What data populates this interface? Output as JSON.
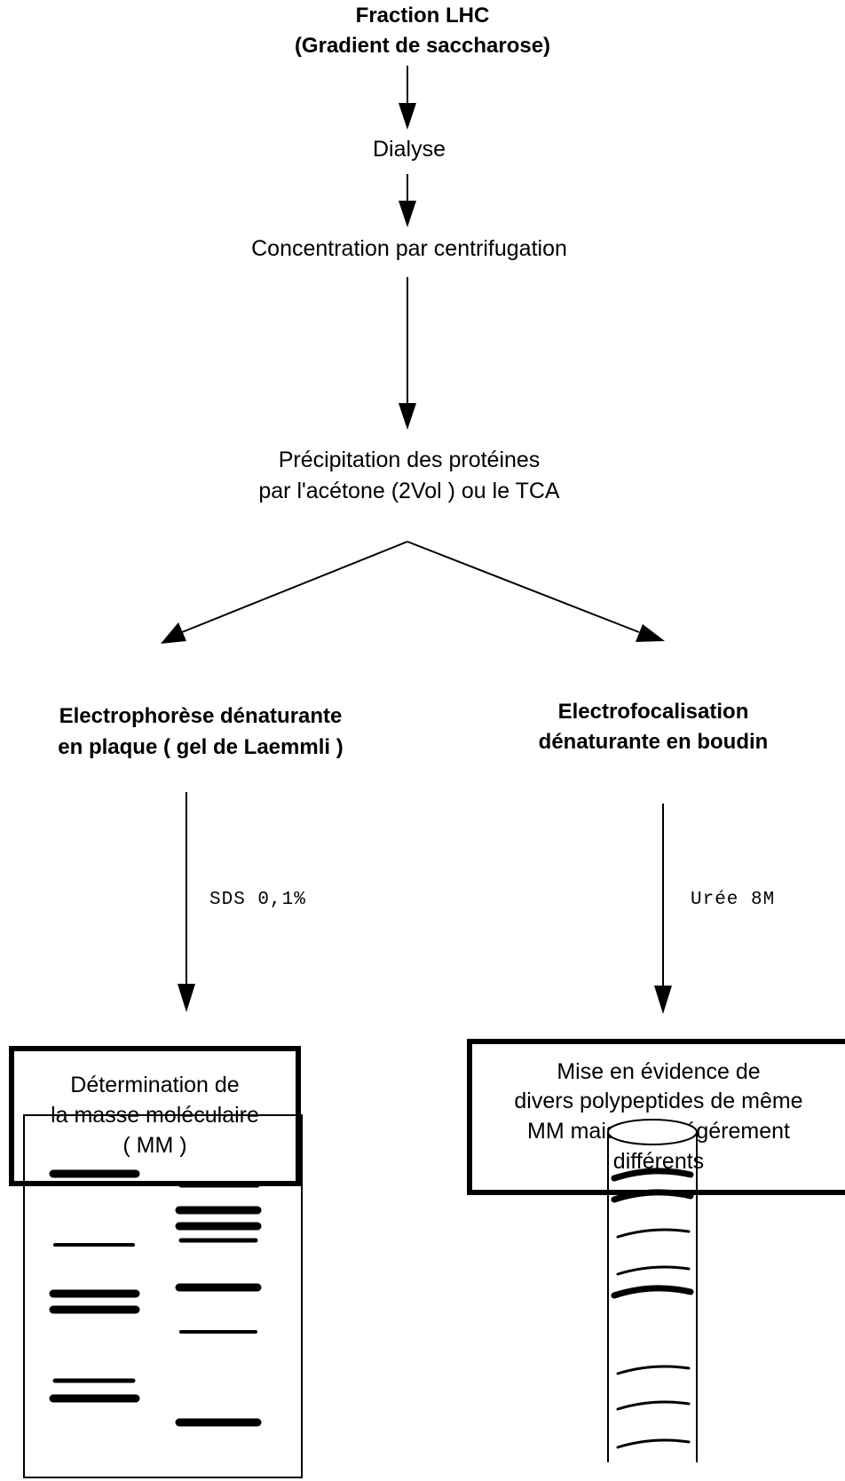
{
  "steps": {
    "start_line1": "Fraction LHC",
    "start_line2": "(Gradient de saccharose)",
    "dialyse": "Dialyse",
    "concentration": "Concentration par centrifugation",
    "precip_line1": "Précipitation des protéines",
    "precip_line2": "par l'acétone (2Vol  ) ou le TCA"
  },
  "left_branch": {
    "title_line1": "Electrophorèse dénaturante",
    "title_line2": "en plaque  ( gel de Laemmli )",
    "condition": "SDS 0,1%",
    "result_line1": "Détermination de",
    "result_line2": "la masse moléculaire",
    "result_line3": "( MM )"
  },
  "right_branch": {
    "title_line1": "Electrofocalisation",
    "title_line2": "dénaturante en boudin",
    "condition": "Urée 8M",
    "result_line1": "Mise en évidence de",
    "result_line2": "divers  polypeptides  de même",
    "result_line3": "MM mais de pI légérement",
    "result_line4": "différents"
  },
  "colors": {
    "ink": "#000000",
    "background": "#ffffff"
  }
}
